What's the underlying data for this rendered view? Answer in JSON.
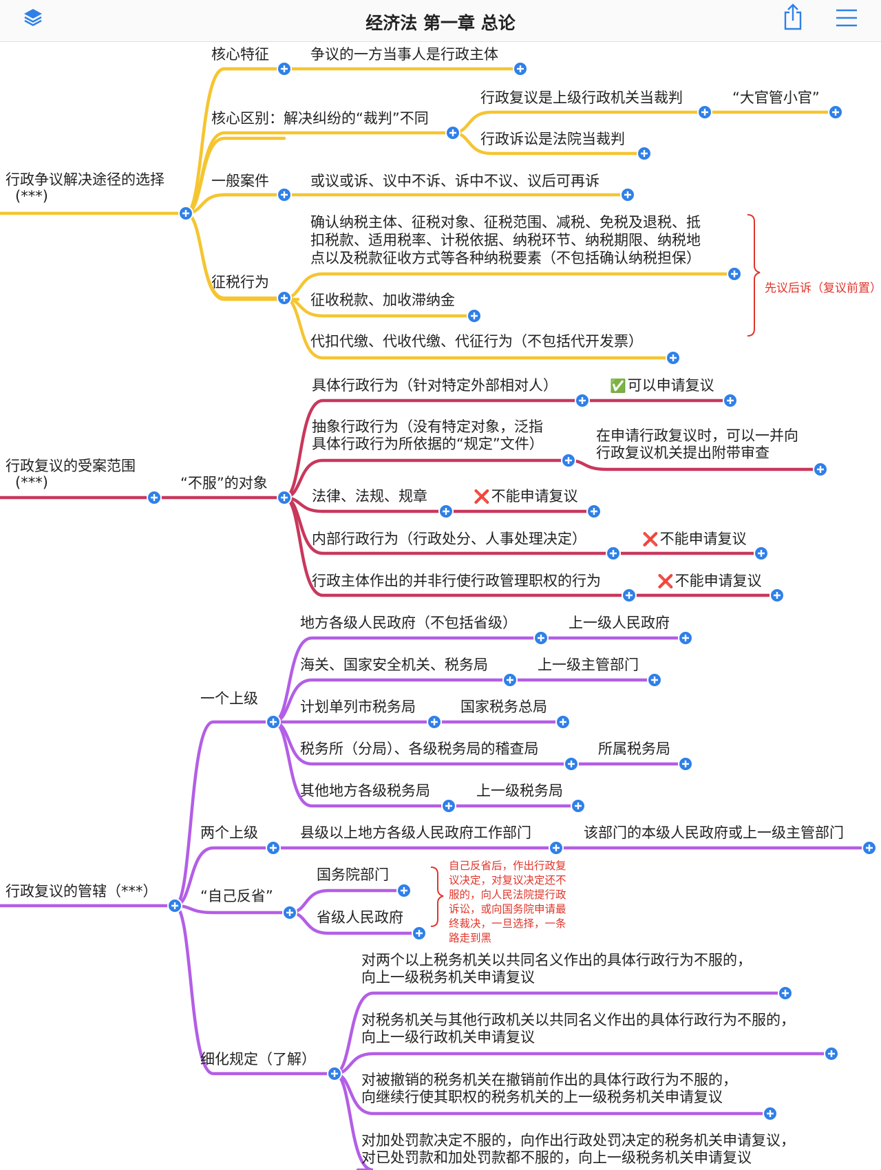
{
  "header": {
    "title": "经济法 第一章 总论",
    "left_icon": "layers-icon",
    "right_icons": [
      "share-icon",
      "menu-icon"
    ]
  },
  "colors": {
    "branch1": "#f5c531",
    "branch2": "#c8385c",
    "branch3": "#b35ee6",
    "expand_button": "#2f80e8",
    "annotation": "#e0352b"
  },
  "section1": {
    "root": "行政争议解决途径的选择",
    "root_stars": "(***)",
    "core_feature": "核心特征",
    "core_feature_leaf": "争议的一方当事人是行政主体",
    "core_difference": "核心区别：解决纠纷的“裁判”不同",
    "review_judge": "行政复议是上级行政机关当裁判",
    "review_judge_note": "“大官管小官”",
    "lawsuit_judge": "行政诉讼是法院当裁判",
    "general_cases": "一般案件",
    "general_cases_leaf": "或议或诉、议中不诉、诉中不议、议后可再诉",
    "tax_acts": "征税行为",
    "tax_leaf_1": [
      "确认纳税主体、征税对象、征税范围、减税、免税及退税、抵",
      "扣税款、适用税率、计税依据、纳税环节、纳税期限、纳税地",
      "点以及税款征收方式等各种纳税要素（不包括确认纳税担保）"
    ],
    "tax_leaf_2": "征收税款、加收滞纳金",
    "tax_leaf_3": "代扣代缴、代收代缴、代征行为（不包括代开发票）",
    "tax_bracket_note": "先议后诉（复议前置）"
  },
  "section2": {
    "root": "行政复议的受案范围",
    "root_stars": "(***)",
    "object": "“不服”的对象",
    "items": [
      {
        "label": "具体行政行为（针对特定外部相对人）",
        "mark": "✅",
        "result": "可以申请复议"
      },
      {
        "label": [
          "抽象行政行为（没有特定对象，泛指",
          "具体行政行为所依据的“规定”文件）"
        ],
        "mark": "",
        "result": [
          "在申请行政复议时，可以一并向",
          "行政复议机关提出附带审查"
        ]
      },
      {
        "label": "法律、法规、规章",
        "mark": "❌",
        "result": "不能申请复议"
      },
      {
        "label": "内部行政行为（行政处分、人事处理决定）",
        "mark": "❌",
        "result": "不能申请复议"
      },
      {
        "label": "行政主体作出的并非行使行政管理职权的行为",
        "mark": "❌",
        "result": "不能申请复议"
      }
    ]
  },
  "section3": {
    "root": "行政复议的管辖（***）",
    "one_superior": "一个上级",
    "one_superior_items": [
      {
        "label": "地方各级人民政府（不包括省级）",
        "result": "上一级人民政府"
      },
      {
        "label": "海关、国家安全机关、税务局",
        "result": "上一级主管部门"
      },
      {
        "label": "计划单列市税务局",
        "result": "国家税务总局"
      },
      {
        "label": "税务所（分局）、各级税务局的稽查局",
        "result": "所属税务局"
      },
      {
        "label": "其他地方各级税务局",
        "result": "上一级税务局"
      }
    ],
    "two_superiors": "两个上级",
    "two_superiors_label": "县级以上地方各级人民政府工作部门",
    "two_superiors_result": "该部门的本级人民政府或上一级主管部门",
    "self_reflect": "“自己反省”",
    "self_items": [
      "国务院部门",
      "省级人民政府"
    ],
    "self_note": [
      "自己反省后，作出行政复",
      "议决定，对复议决定还不",
      "服的，向人民法院提行政",
      "诉讼，或向国务院申请最",
      "终裁决，一旦选择，一条",
      "路走到黑"
    ],
    "details": "细化规定（了解）",
    "detail_items": [
      [
        "对两个以上税务机关以共同名义作出的具体行政行为不服的，",
        "向上一级税务机关申请复议"
      ],
      [
        "对税务机关与其他行政机关以共同名义作出的具体行政行为不服的，",
        "向上一级行政机关申请复议"
      ],
      [
        "对被撤销的税务机关在撤销前作出的具体行政行为不服的，",
        "向继续行使其职权的税务机关的上一级税务机关申请复议"
      ],
      [
        "对加处罚款决定不服的，向作出行政处罚决定的税务机关申请复议，",
        "对已处罚款和加处罚款都不服的，向上一级税务机关申请复议"
      ]
    ]
  }
}
